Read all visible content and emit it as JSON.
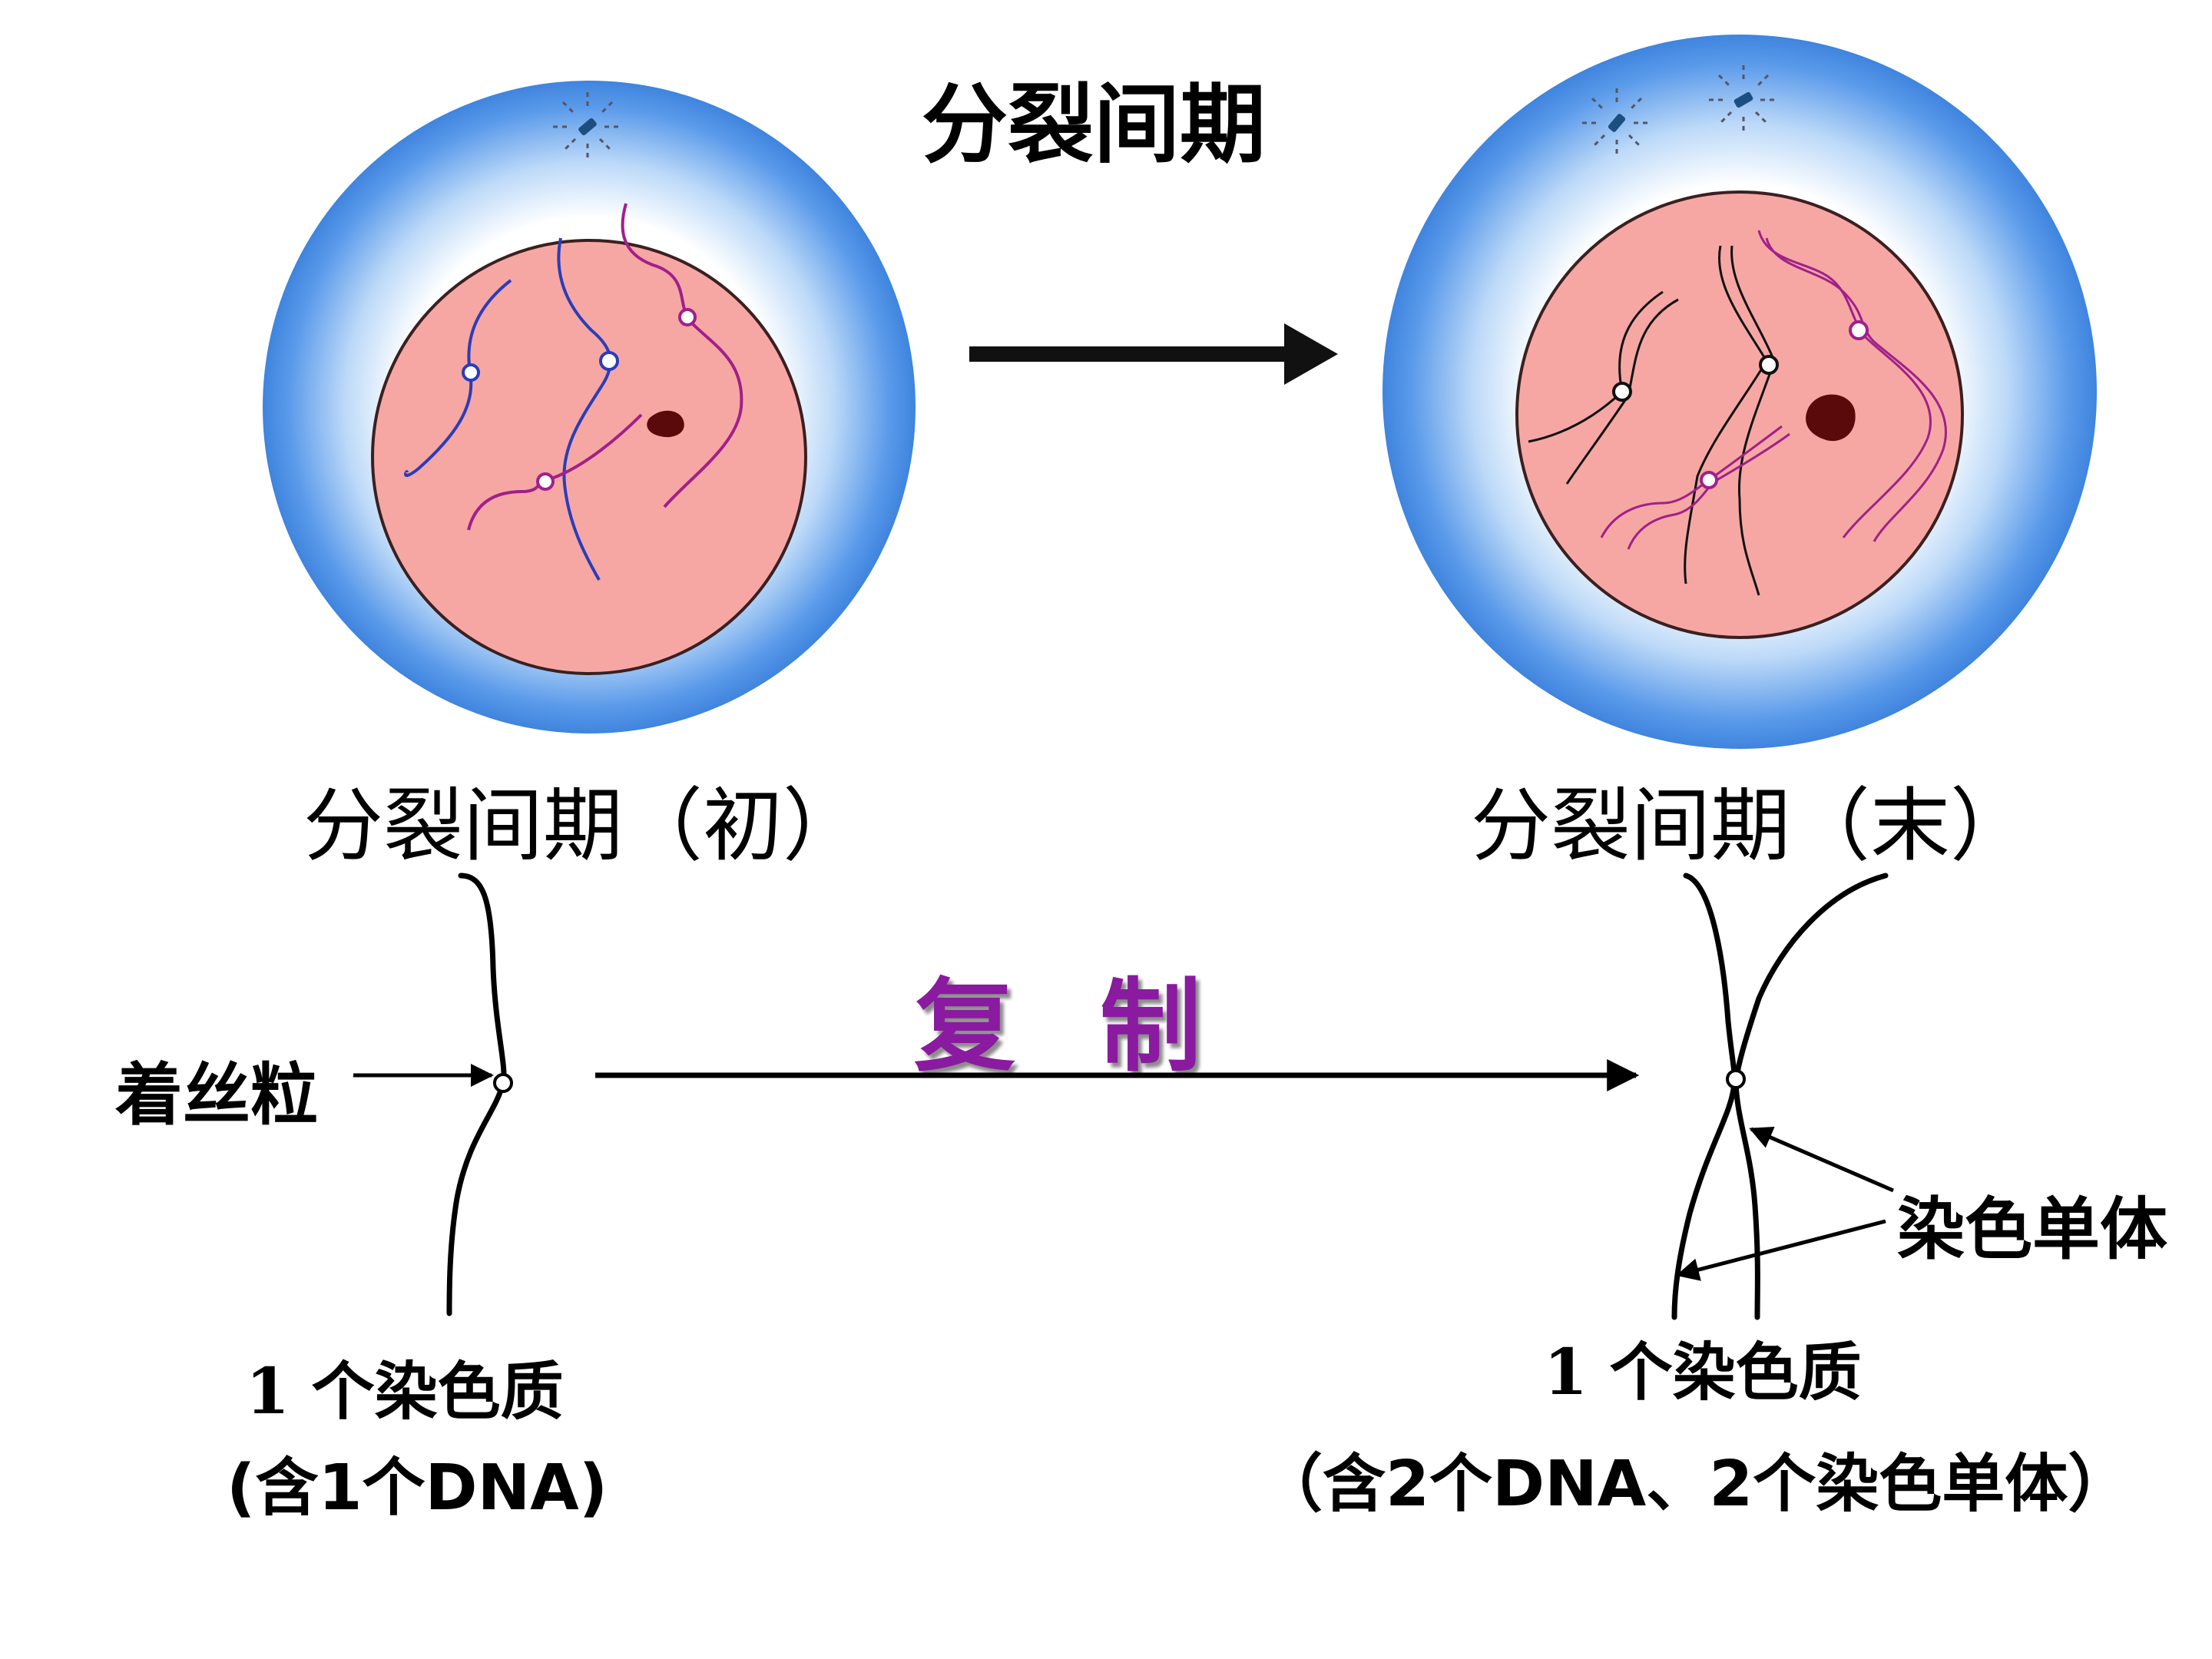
{
  "title": "分裂间期",
  "stage_labels": {
    "early": "分裂间期（初）",
    "late": "分裂间期（末）"
  },
  "process_label": "复制",
  "centromere_label": "着丝粒",
  "chromatid_label": "染色单体",
  "captions": {
    "left_line1": "1 个染色质",
    "left_line2": "(含1个DNA)",
    "right_line1": "1 个染色质",
    "right_line2": "（含2个DNA、2个染色单体）"
  },
  "colors": {
    "cytoplasm_outer": "#4a8fe6",
    "cytoplasm_inner": "#ffffff",
    "nucleus": "#f6a7a4",
    "chromatin_blue": "#2a3db8",
    "chromatin_magenta": "#a0208a",
    "chromatin_black": "#111111",
    "nucleolus": "#5a0a0a",
    "process_text": "#8a1aa0"
  }
}
